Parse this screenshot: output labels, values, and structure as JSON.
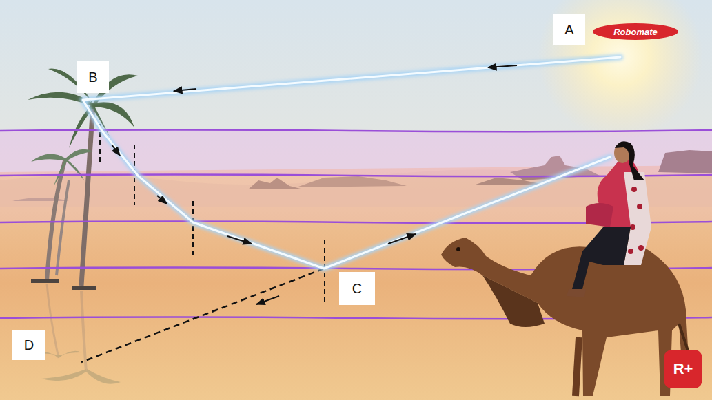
{
  "diagram": {
    "labels": [
      "A",
      "B",
      "C",
      "D",
      "Robomate",
      "R+"
    ]
  }
}
